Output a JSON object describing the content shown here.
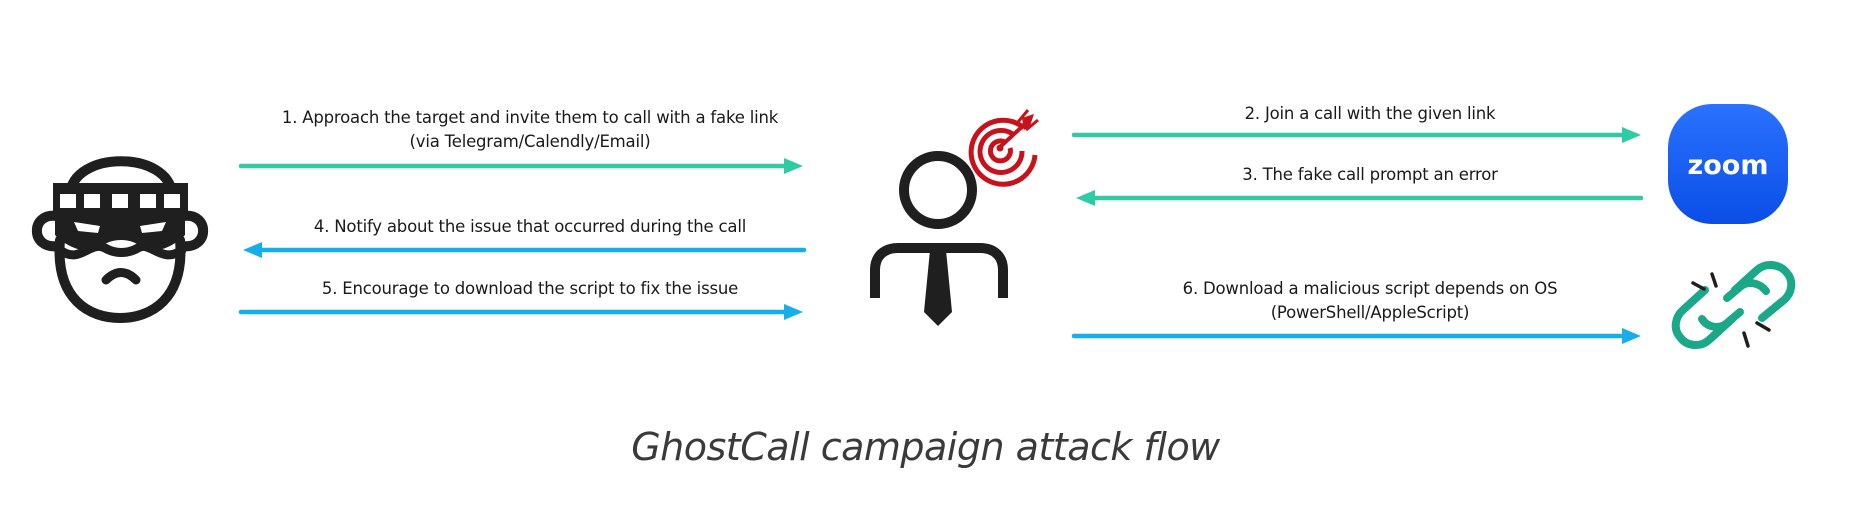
{
  "diagram": {
    "title": "GhostCall campaign attack flow",
    "colors": {
      "teal": "#2ECBA5",
      "blue": "#17ADE8",
      "target_red": "#C8121B",
      "zoom_blue": "#0B5CFF",
      "link_green": "#1AA889",
      "icon_black": "#1F1F1F",
      "title_gray": "#3A3A3A"
    },
    "actors": [
      {
        "id": "attacker",
        "icon": "robber-mask-icon"
      },
      {
        "id": "target",
        "icon": "businessman-icon",
        "badge_icon": "bullseye-target-icon"
      },
      {
        "id": "zoom",
        "icon": "zoom-app-icon",
        "text": "zoom"
      },
      {
        "id": "link",
        "icon": "broken-chain-link-icon"
      }
    ],
    "steps": [
      {
        "number": 1,
        "line1": "1. Approach the target and invite them to call with a fake link",
        "line2": "(via Telegram/Calendly/Email)",
        "from": "attacker",
        "to": "target",
        "color": "teal"
      },
      {
        "number": 2,
        "line1": "2. Join a call with the given link",
        "from": "target",
        "to": "zoom",
        "color": "teal"
      },
      {
        "number": 3,
        "line1": "3. The fake call prompt an error",
        "from": "zoom",
        "to": "target",
        "color": "teal"
      },
      {
        "number": 4,
        "line1": "4. Notify about the issue that occurred during the call",
        "from": "target",
        "to": "attacker",
        "color": "blue"
      },
      {
        "number": 5,
        "line1": "5. Encourage to download the script to fix the issue",
        "from": "attacker",
        "to": "target",
        "color": "blue"
      },
      {
        "number": 6,
        "line1": "6. Download a malicious script depends on OS",
        "line2": "(PowerShell/AppleScript)",
        "from": "target",
        "to": "link",
        "color": "blue"
      }
    ]
  }
}
